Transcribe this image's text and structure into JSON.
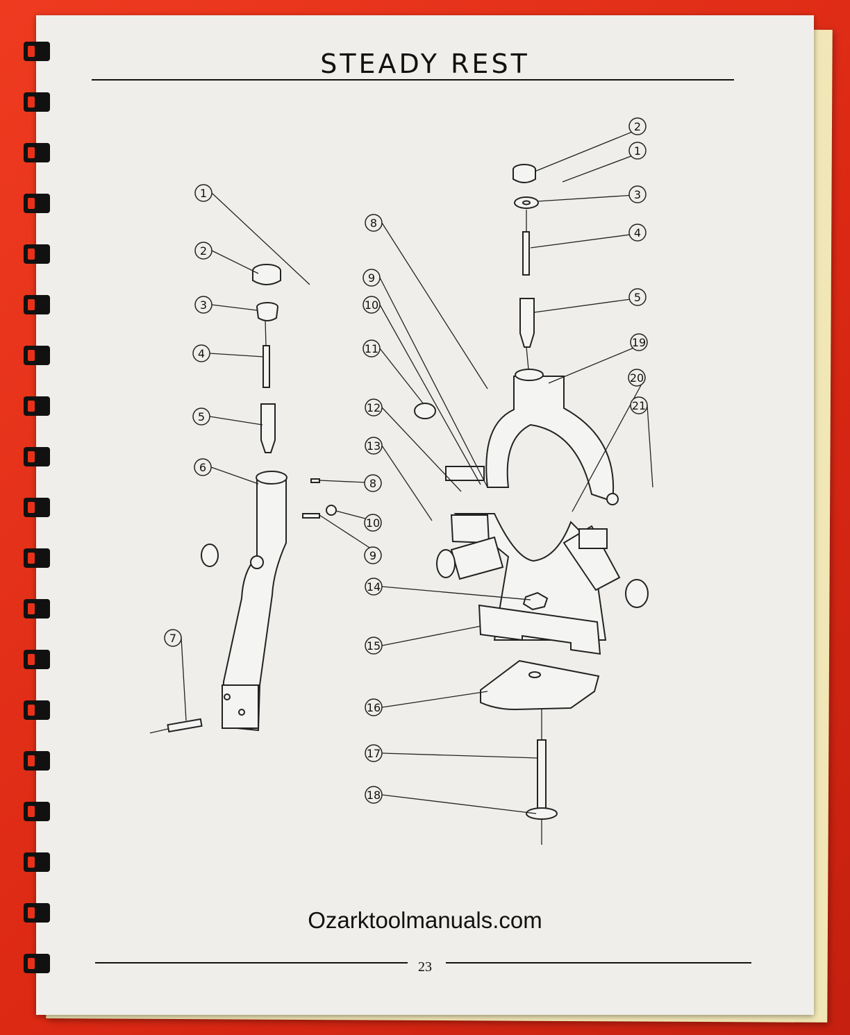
{
  "page": {
    "title": "STEADY REST",
    "watermark": "Ozarktoolmanuals.com",
    "page_number": "23"
  },
  "diagram": {
    "left_assembly_callouts": [
      "1",
      "2",
      "3",
      "4",
      "5",
      "6",
      "7",
      "8",
      "10",
      "9"
    ],
    "right_assembly_callouts": [
      "2",
      "1",
      "3",
      "4",
      "5",
      "19",
      "20",
      "21",
      "8",
      "9",
      "10",
      "11",
      "12",
      "13",
      "14",
      "15",
      "16",
      "17",
      "18"
    ]
  },
  "colors": {
    "background": "#e32d17",
    "paper": "#efeeea",
    "ink": "#111111",
    "binding": "#111111"
  }
}
